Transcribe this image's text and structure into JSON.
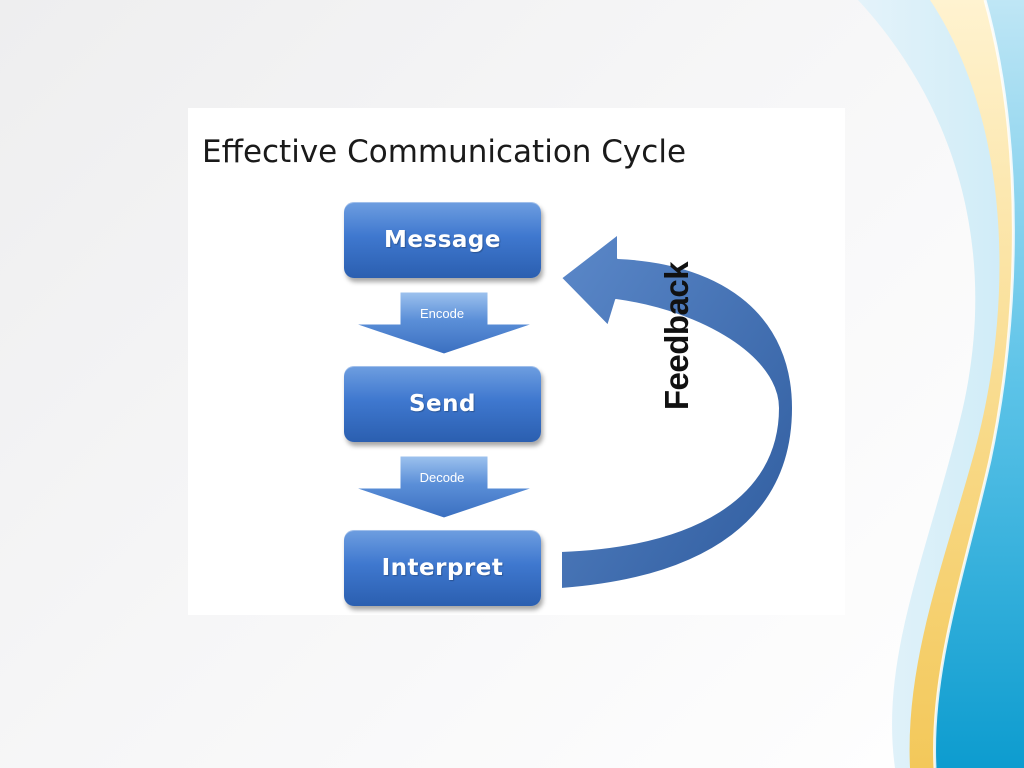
{
  "slide": {
    "title": "Effective Communication Cycle"
  },
  "steps": [
    {
      "label": "Message"
    },
    {
      "label": "Send"
    },
    {
      "label": "Interpret"
    }
  ],
  "arrows": [
    {
      "label": "Encode"
    },
    {
      "label": "Decode"
    }
  ],
  "feedback": {
    "label": "Feedback"
  },
  "colors": {
    "box_top": "#6e9ee0",
    "box_bottom": "#2b5fb0",
    "feedback_arrow": "#3d6fb5",
    "ribbon_blue": "#1fa9d6",
    "ribbon_yellow": "#f6d77a"
  }
}
